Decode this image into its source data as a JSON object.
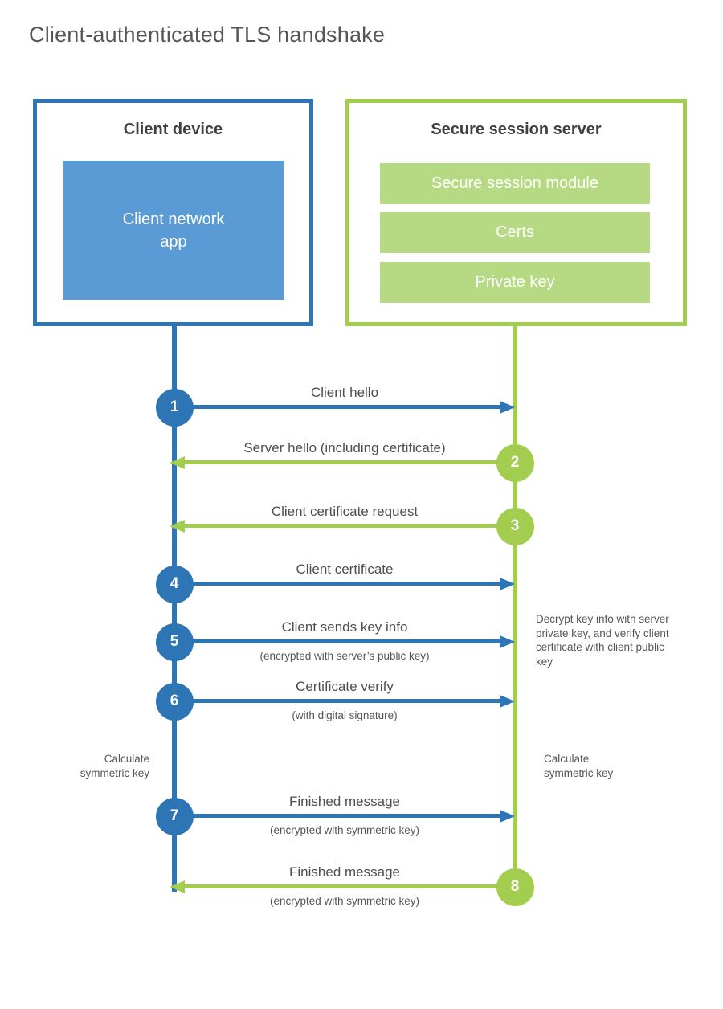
{
  "title": "Client-authenticated TLS handshake",
  "client": {
    "title": "Client device",
    "app_label": "Client network\napp"
  },
  "server": {
    "title": "Secure session server",
    "modules": [
      "Secure session module",
      "Certs",
      "Private key"
    ]
  },
  "messages": [
    {
      "num": "1",
      "from": "client",
      "label": "Client hello",
      "subtitle": ""
    },
    {
      "num": "2",
      "from": "server",
      "label": "Server hello (including certificate)",
      "subtitle": ""
    },
    {
      "num": "3",
      "from": "server",
      "label": "Client certificate request",
      "subtitle": ""
    },
    {
      "num": "4",
      "from": "client",
      "label": "Client certificate",
      "subtitle": ""
    },
    {
      "num": "5",
      "from": "client",
      "label": "Client sends key info",
      "subtitle": "(encrypted with server’s public key)"
    },
    {
      "num": "6",
      "from": "client",
      "label": "Certificate verify",
      "subtitle": "(with digital signature)"
    },
    {
      "num": "7",
      "from": "client",
      "label": "Finished message",
      "subtitle": "(encrypted with symmetric key)"
    },
    {
      "num": "8",
      "from": "server",
      "label": "Finished message",
      "subtitle": "(encrypted with symmetric key)"
    }
  ],
  "notes": {
    "decrypt": "Decrypt key info with server private key, and verify client certificate with client public key",
    "calc_client": "Calculate symmetric key",
    "calc_server": "Calculate symmetric key"
  },
  "colors": {
    "blue": "#2E75B6",
    "blue_light": "#5B9BD5",
    "green": "#A2CD4E",
    "green_light": "#B6D984"
  }
}
